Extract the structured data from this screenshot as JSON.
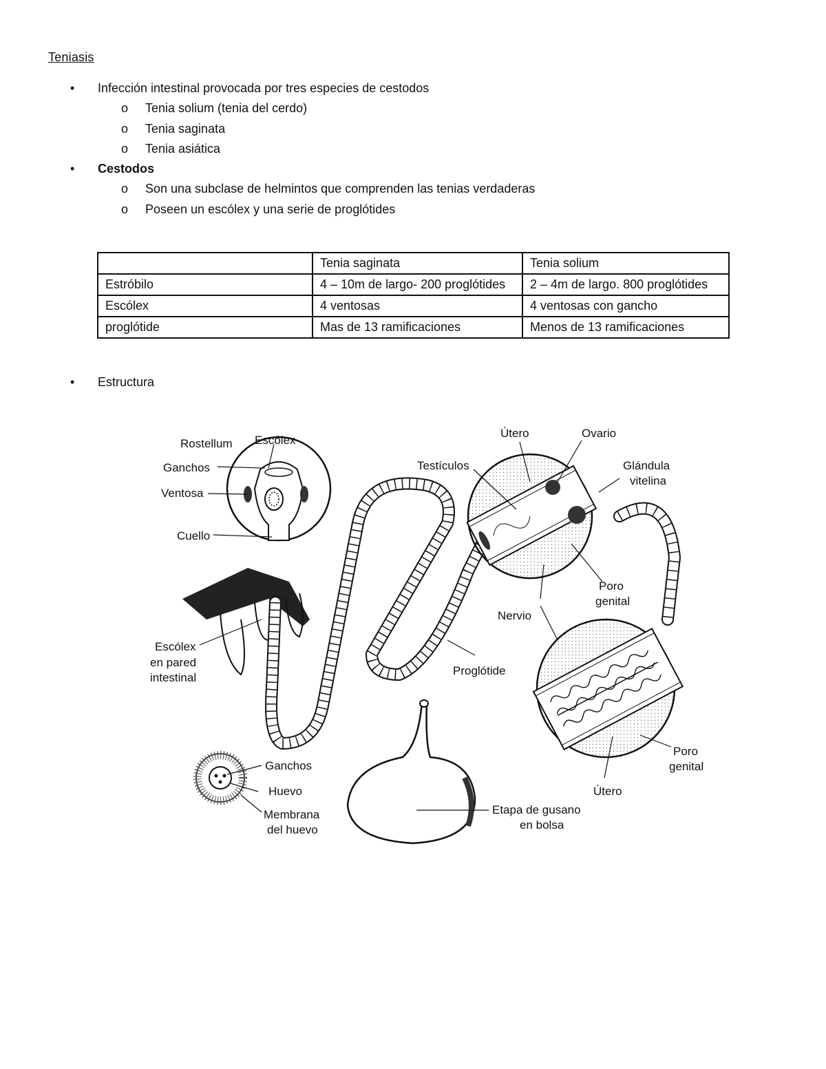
{
  "title": "Teniasis",
  "bullets": [
    {
      "text": "Infección intestinal provocada por tres especies de cestodos",
      "children": [
        "Tenia solium (tenia del cerdo)",
        "Tenia saginata",
        "Tenia asiática"
      ]
    },
    {
      "text": "Cestodos",
      "children": [
        "Son una subclase de helmintos que comprenden las tenias verdaderas",
        "Poseen un escólex y una serie de proglótides"
      ]
    }
  ],
  "bullet_symbol": "•",
  "sub_bullet_symbol": "o",
  "table": {
    "headers": [
      "",
      "Tenia saginata",
      "Tenia solium"
    ],
    "rows": [
      [
        "Estróbilo",
        "4 – 10m de largo- 200 proglótides",
        "2 – 4m de largo. 800 proglótides"
      ],
      [
        "Escólex",
        "4 ventosas",
        "4 ventosas con gancho"
      ],
      [
        "proglótide",
        "Mas de 13 ramificaciones",
        "Menos de 13 ramificaciones"
      ]
    ]
  },
  "structure_bullet": "Estructura",
  "diagram": {
    "labels": {
      "rostellum": "Rostellum",
      "escolex": "Escólex",
      "ganchos": "Ganchos",
      "ventosa": "Ventosa",
      "cuello": "Cuello",
      "escolex_pared_1": "Escólex",
      "escolex_pared_2": "en pared",
      "escolex_pared_3": "intestinal",
      "utero_top": "Útero",
      "ovario": "Ovario",
      "testiculos": "Testículos",
      "glandula_1": "Glándula",
      "glandula_2": "vitelina",
      "poro_1": "Poro",
      "poro_2": "genital",
      "nervio": "Nervio",
      "proglotide": "Proglótide",
      "poro_b1": "Poro",
      "poro_b2": "genital",
      "utero_bottom": "Útero",
      "ganchos_egg": "Ganchos",
      "huevo": "Huevo",
      "membrana_1": "Membrana",
      "membrana_2": "del huevo",
      "etapa_1": "Etapa de gusano",
      "etapa_2": "en bolsa"
    }
  }
}
